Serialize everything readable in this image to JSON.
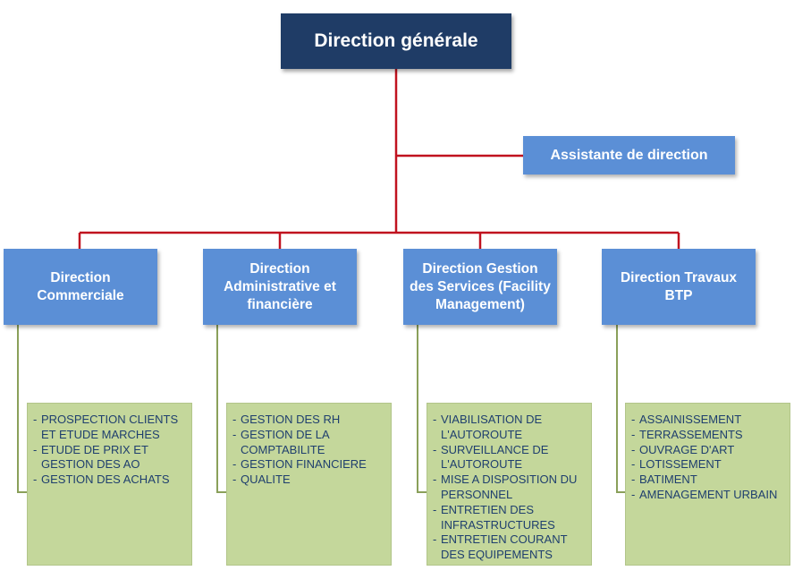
{
  "top": {
    "label": "Direction générale"
  },
  "assistant": {
    "label": "Assistante de direction"
  },
  "colors": {
    "top_box": "#1f3c66",
    "box": "#5b8fd6",
    "list_box": "#c4d79b",
    "list_text": "#1f3f6e",
    "red_connector": "#c0121f",
    "green_connector": "#8aa05a"
  },
  "departments": [
    {
      "title": "Direction Commerciale",
      "items": [
        "PROSPECTION CLIENTS ET ETUDE MARCHES",
        "ETUDE DE PRIX ET GESTION DES AO",
        "GESTION DES ACHATS"
      ]
    },
    {
      "title": "Direction Administrative et financière",
      "items": [
        "GESTION DES RH",
        "GESTION DE LA COMPTABILITE",
        "GESTION FINANCIERE",
        "QUALITE"
      ]
    },
    {
      "title": "Direction Gestion des Services (Facility Management)",
      "items": [
        "VIABILISATION DE L'AUTOROUTE",
        "SURVEILLANCE DE L'AUTOROUTE",
        "MISE A DISPOSITION DU PERSONNEL",
        "ENTRETIEN DES INFRASTRUCTURES",
        "ENTRETIEN COURANT DES EQUIPEMENTS"
      ]
    },
    {
      "title": "Direction Travaux BTP",
      "items": [
        "ASSAINISSEMENT",
        "TERRASSEMENTS",
        "OUVRAGE D'ART",
        "LOTISSEMENT",
        "BATIMENT",
        "AMENAGEMENT URBAIN"
      ]
    }
  ]
}
